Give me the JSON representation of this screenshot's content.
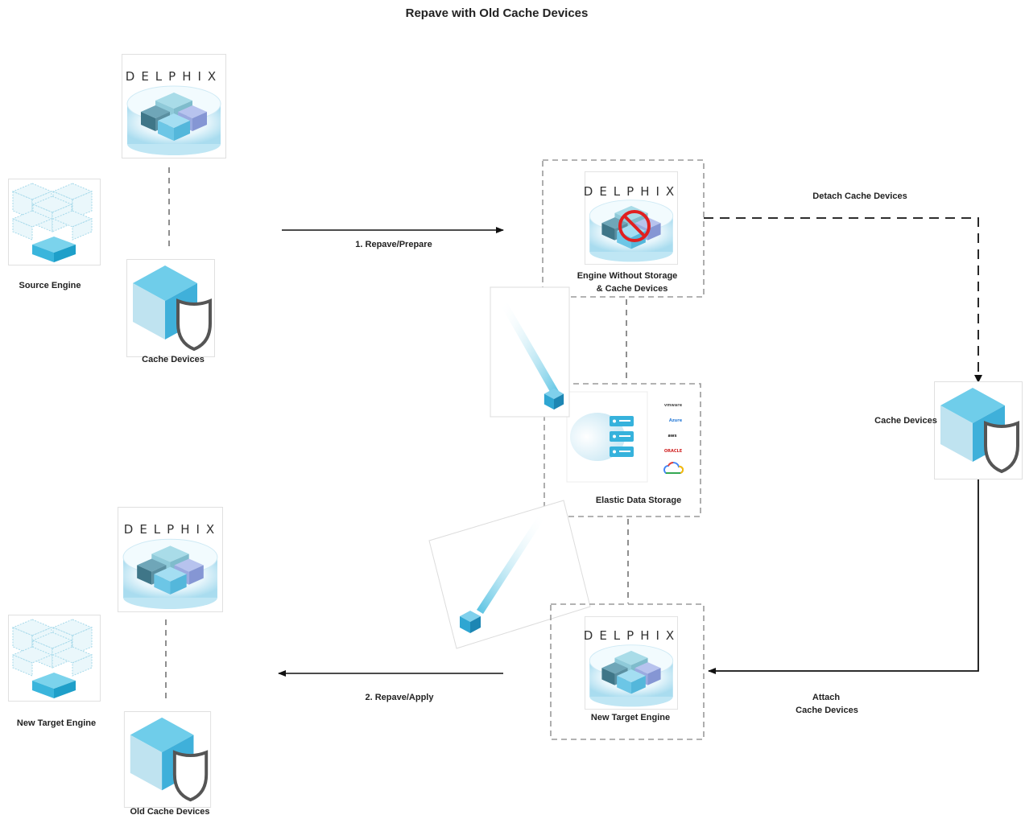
{
  "title": "Repave with Old Cache Devices",
  "logo_text": "DELPHIX",
  "labels": {
    "source_engine": "Source Engine",
    "cache_devices_left": "Cache Devices",
    "repave_prepare": "1. Repave/Prepare",
    "engine_without_line1": "Engine Without Storage",
    "engine_without_line2": "& Cache Devices",
    "detach_cache": "Detach Cache Devices",
    "cache_devices_right": "Cache Devices",
    "elastic_storage": "Elastic Data Storage",
    "new_target_engine_left": "New Target Engine",
    "old_cache_devices": "Old Cache Devices",
    "repave_apply": "2. Repave/Apply",
    "new_target_engine_mid": "New Target Engine",
    "attach_line1": "Attach",
    "attach_line2": "Cache Devices"
  },
  "providers": [
    "vmware",
    "Azure",
    "aws",
    "ORACLE",
    "Google Cloud"
  ],
  "icons": {
    "delphix_engine": "delphix-engine-icon",
    "cache_device": "cache-device-shield-icon",
    "source_engine": "source-engine-cubes-icon",
    "storage": "elastic-storage-server-icon",
    "prohibited": "prohibited-icon",
    "transfer": "data-transfer-beam-icon"
  },
  "colors": {
    "accent": "#3db8dc",
    "prohibited": "#e02020",
    "dashed_box": "#9a9a9a",
    "arrow": "#111111"
  }
}
